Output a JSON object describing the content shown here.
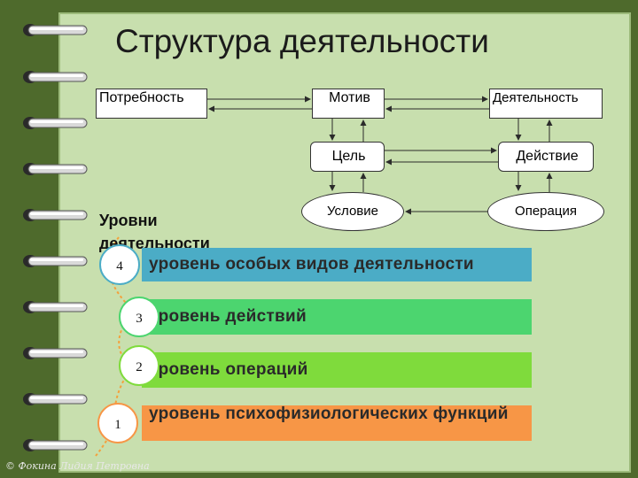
{
  "title": "Структура деятельности",
  "boxes": {
    "need": "Потребность",
    "motive": "Мотив",
    "activity": "Деятельность",
    "goal": "Цель",
    "action": "Действие",
    "condition": "Условие",
    "operation": "Операция"
  },
  "levels_title": "Уровни деятельности",
  "levels": [
    {
      "number": "4",
      "label": "уровень особых видов деятельности",
      "color": "#4bacc6"
    },
    {
      "number": "3",
      "label": "уровень действий",
      "color": "#4cd56f"
    },
    {
      "number": "2",
      "label": "уровень операций",
      "color": "#7fdb3c"
    },
    {
      "number": "1",
      "label": "уровень психофизиологических функций",
      "color": "#f79646"
    }
  ],
  "colors": {
    "background": "#4e6a2c",
    "page": "#c8dfae",
    "arrow": "#2b2b2b"
  },
  "credit": "© Фокина Лидия Петровна"
}
